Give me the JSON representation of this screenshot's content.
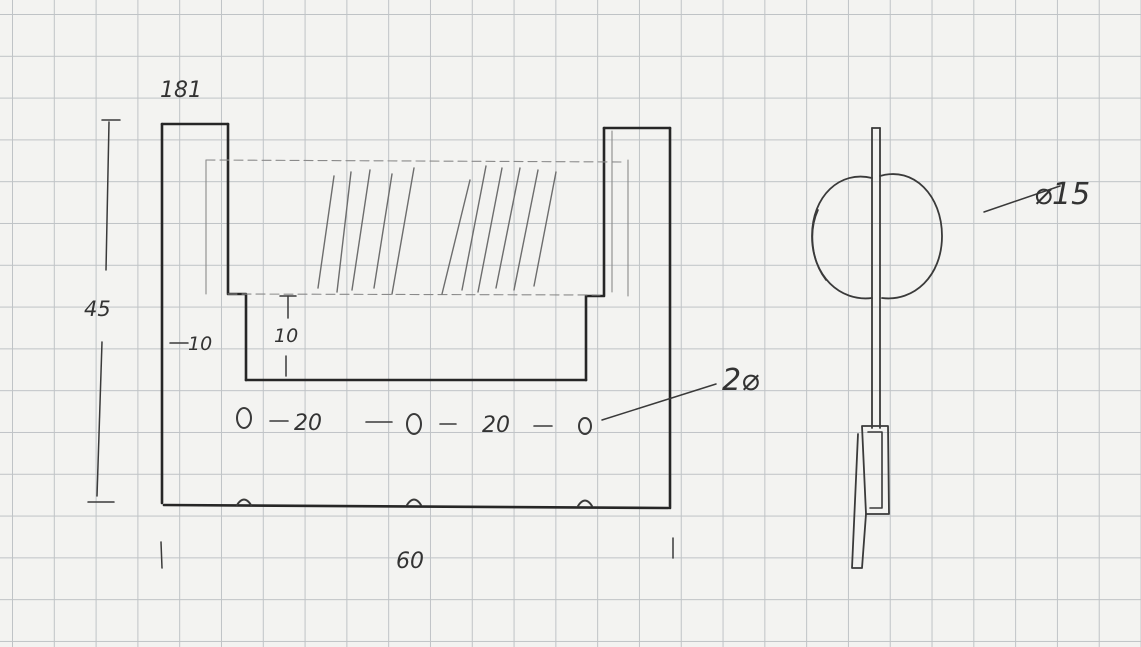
{
  "labels": {
    "top_left": "181",
    "height": "45",
    "notch_width": "10",
    "notch_depth": "10",
    "hole_spacing_1": "20",
    "hole_spacing_2": "20",
    "hole_diameter": "2⌀",
    "width": "60",
    "circle_diameter": "⌀15",
    "hole_a": "0",
    "hole_b": "0",
    "hole_c": "0"
  }
}
